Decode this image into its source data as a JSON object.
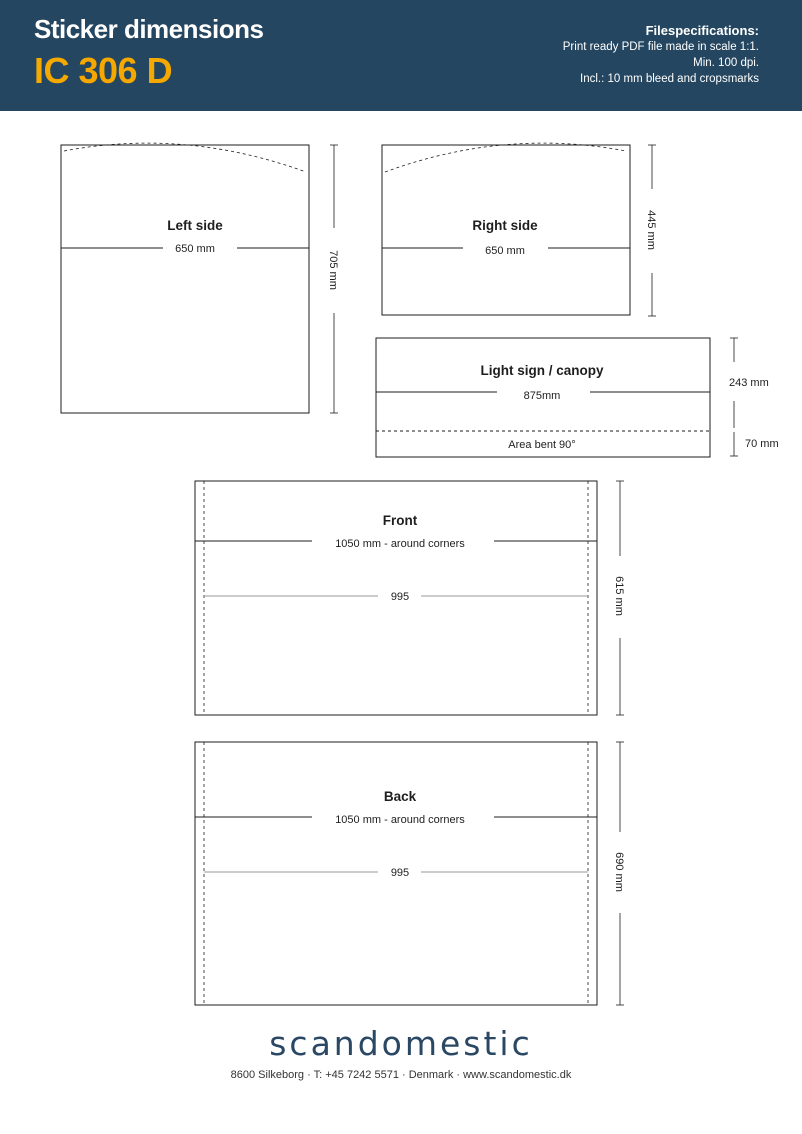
{
  "header": {
    "title": "Sticker dimensions",
    "model": "IC 306 D",
    "specs_heading": "Filespecifications:",
    "specs_lines": [
      "Print ready PDF file made in scale 1:1.",
      "Min. 100 dpi.",
      "Incl.: 10 mm bleed and cropsmarks"
    ]
  },
  "panels": {
    "left": {
      "name": "Left side",
      "width": "650 mm",
      "height": "705 mm"
    },
    "right": {
      "name": "Right side",
      "width": "650 mm",
      "height": "445 mm"
    },
    "canopy": {
      "name": "Light sign / canopy",
      "width": "875mm",
      "height": "243 mm",
      "bent_label": "Area bent 90°",
      "bent_height": "70 mm"
    },
    "front": {
      "name": "Front",
      "width": "1050 mm - around corners",
      "inner": "995",
      "height": "615 mm"
    },
    "back": {
      "name": "Back",
      "width": "1050 mm - around corners",
      "inner": "995",
      "height": "690 mm"
    }
  },
  "brand": {
    "logo": "scandomestic",
    "footer": "8600 Silkeborg  · T: +45 7242 5571  · Denmark  ·  www.scandomestic.dk"
  },
  "colors": {
    "header_bg": "#244660",
    "accent": "#f5a800",
    "logo": "#2a4763"
  }
}
